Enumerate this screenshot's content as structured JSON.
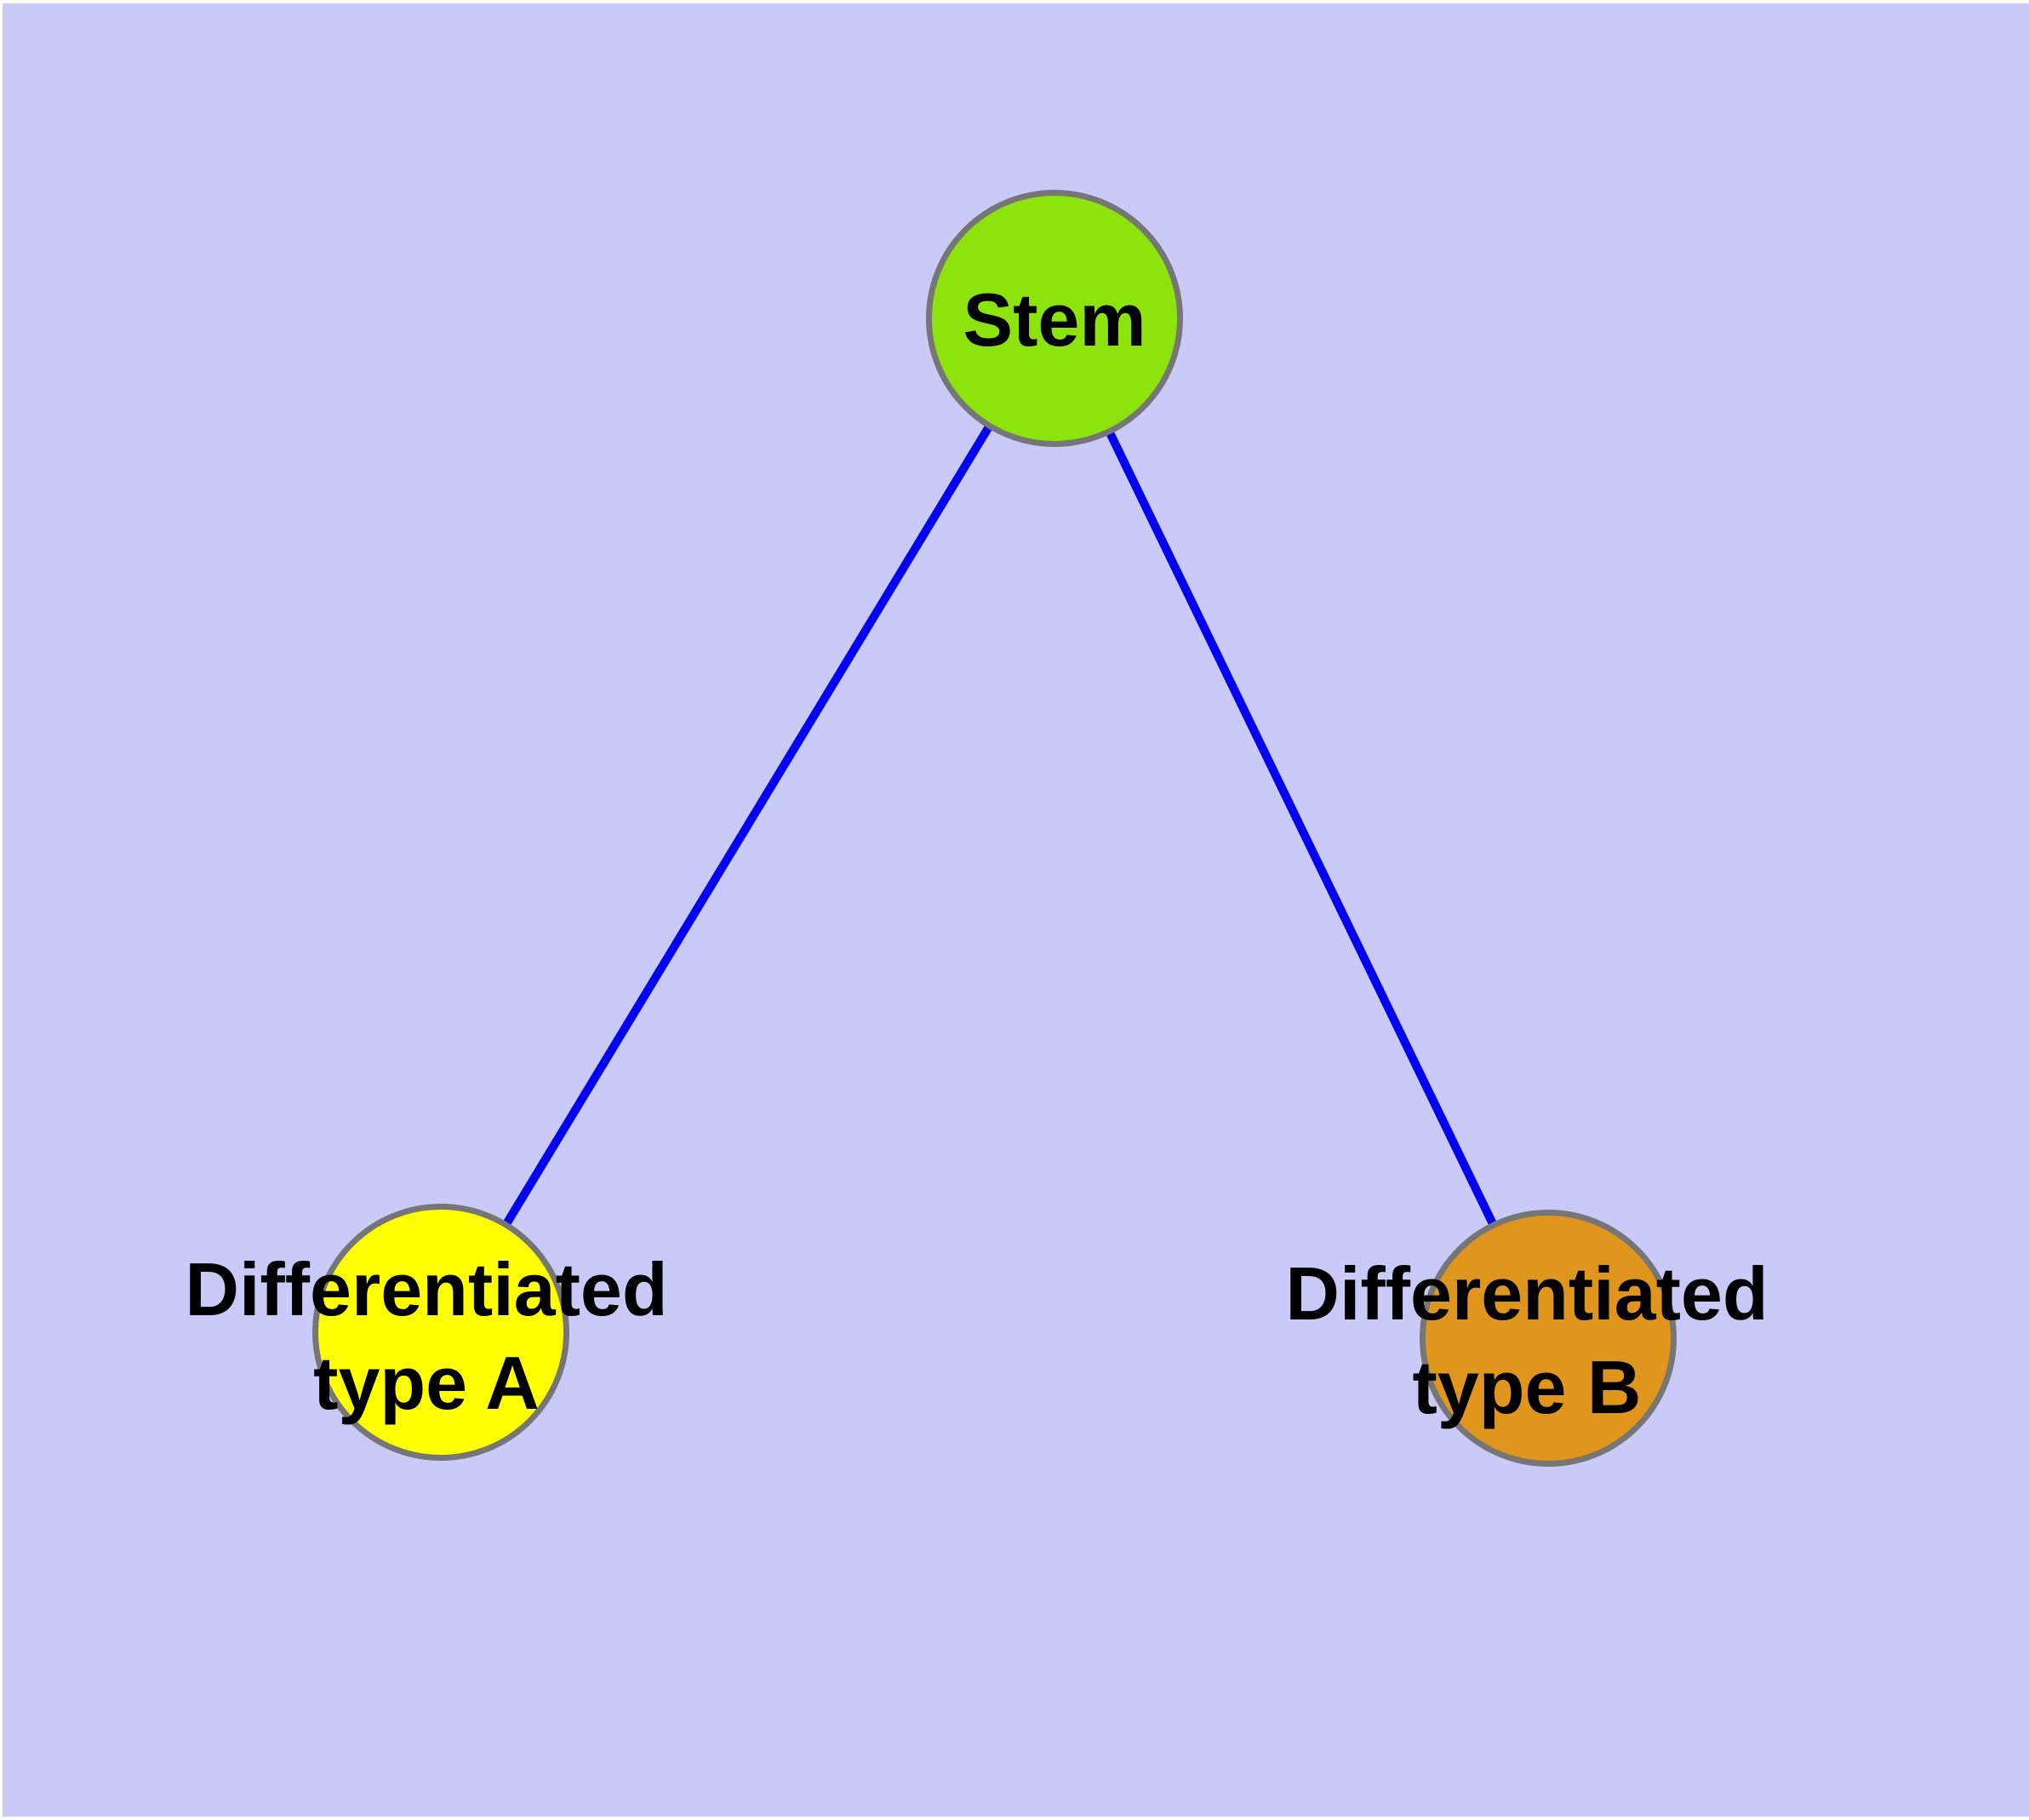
{
  "diagram": {
    "background_color": "#cacaf8",
    "edge_color": "#0202f0",
    "node_border_color": "#767676",
    "text_color": "#000000",
    "nodes": {
      "stem": {
        "label": "Stem",
        "fill": "#8ce40c"
      },
      "type_a": {
        "label": "Differentiated\ntype A",
        "fill": "#ffff00"
      },
      "type_b": {
        "label": "Differentiated\ntype B",
        "fill": "#e0951d"
      }
    },
    "edges": [
      {
        "from": "Stem",
        "to": "Differentiated type A"
      },
      {
        "from": "Stem",
        "to": "Differentiated type B"
      }
    ]
  }
}
